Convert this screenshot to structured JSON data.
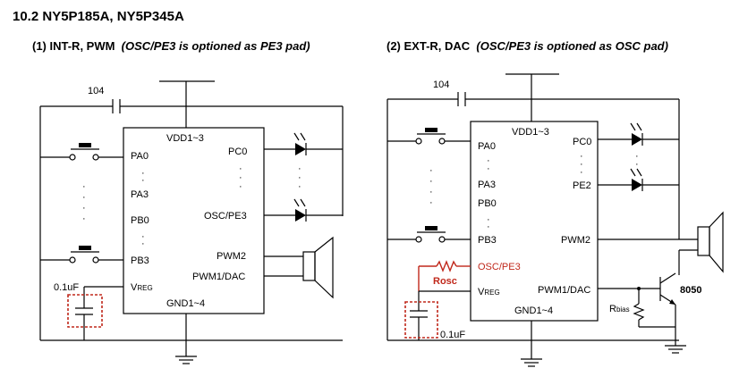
{
  "heading": "10.2 NY5P185A, NY5P345A",
  "left": {
    "subtitle_main": "(1)  INT-R, PWM",
    "subtitle_note": "(OSC/PE3 is optioned as PE3 pad)",
    "cap_top": "104",
    "vdd": "VDD1~3",
    "gnd": "GND1~4",
    "pins_left": [
      "PA0",
      "PA3",
      "PB0",
      "PB3"
    ],
    "vreg": "V",
    "vreg_sub": "REG",
    "pins_right": [
      "PC0",
      "OSC/PE3",
      "PWM2",
      "PWM1/DAC"
    ],
    "cap_vreg": "0.1uF"
  },
  "right": {
    "subtitle_main": "(2)  EXT-R, DAC",
    "subtitle_note": "(OSC/PE3 is optioned as OSC pad)",
    "cap_top": "104",
    "vdd": "VDD1~3",
    "gnd": "GND1~4",
    "pins_left": [
      "PA0",
      "PA3",
      "PB0",
      "PB3"
    ],
    "osc_pin": "OSC/PE3",
    "rosc": "Rosc",
    "vreg": "V",
    "vreg_sub": "REG",
    "pins_right": [
      "PC0",
      "PE2",
      "PWM2",
      "PWM1/DAC"
    ],
    "transistor": "8050",
    "rbias": "R",
    "rbias_sub": "bias",
    "cap_vreg": "0.1uF"
  },
  "colors": {
    "wire": "#000000",
    "highlight": "#c0281b"
  }
}
